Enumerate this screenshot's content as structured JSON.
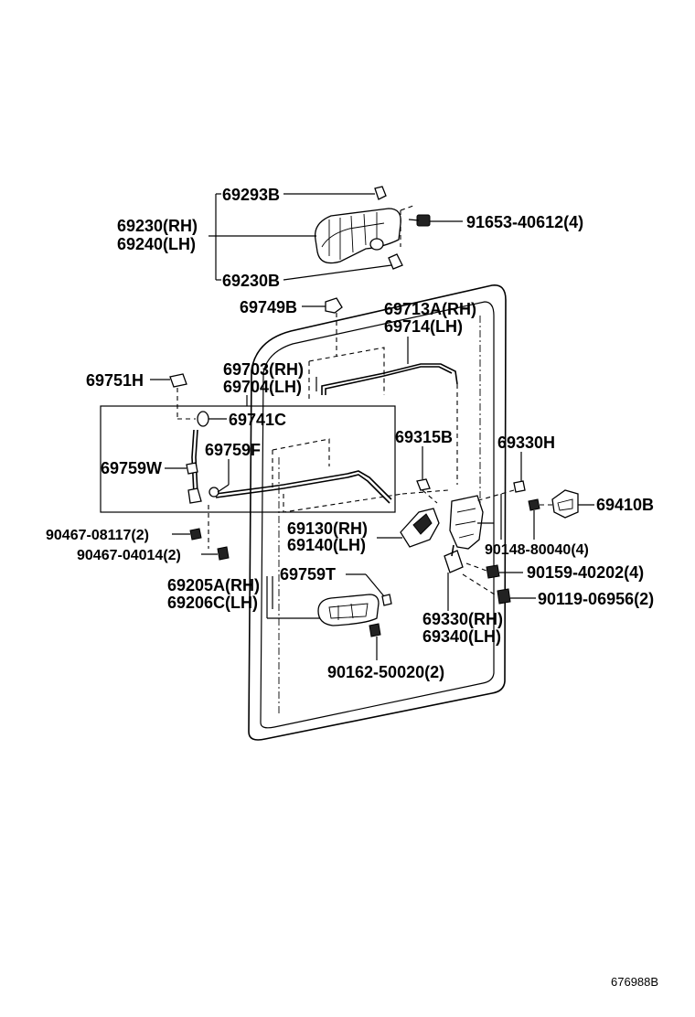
{
  "labels": {
    "p69293B": "69293B",
    "p69230RH": "69230(RH)",
    "p69240LH": "69240(LH)",
    "p69230B": "69230B",
    "p91653": "91653-40612(4)",
    "p69749B": "69749B",
    "p69713A": "69713A(RH)",
    "p69714": "69714(LH)",
    "p69703": "69703(RH)",
    "p69704": "69704(LH)",
    "p69751H": "69751H",
    "p69741C": "69741C",
    "p69759F": "69759F",
    "p69759W": "69759W",
    "p69315B": "69315B",
    "p69330H": "69330H",
    "p69410B": "69410B",
    "p69130": "69130(RH)",
    "p69140": "69140(LH)",
    "p90467a": "90467-08117(2)",
    "p90467b": "90467-04014(2)",
    "p90148": "90148-80040(4)",
    "p90159": "90159-40202(4)",
    "p90119": "90119-06956(2)",
    "p69205A": "69205A(RH)",
    "p69206C": "69206C(LH)",
    "p69759T": "69759T",
    "p69330RH": "69330(RH)",
    "p69340LH": "69340(LH)",
    "p90162": "90162-50020(2)"
  },
  "diagram_code": "676988B"
}
